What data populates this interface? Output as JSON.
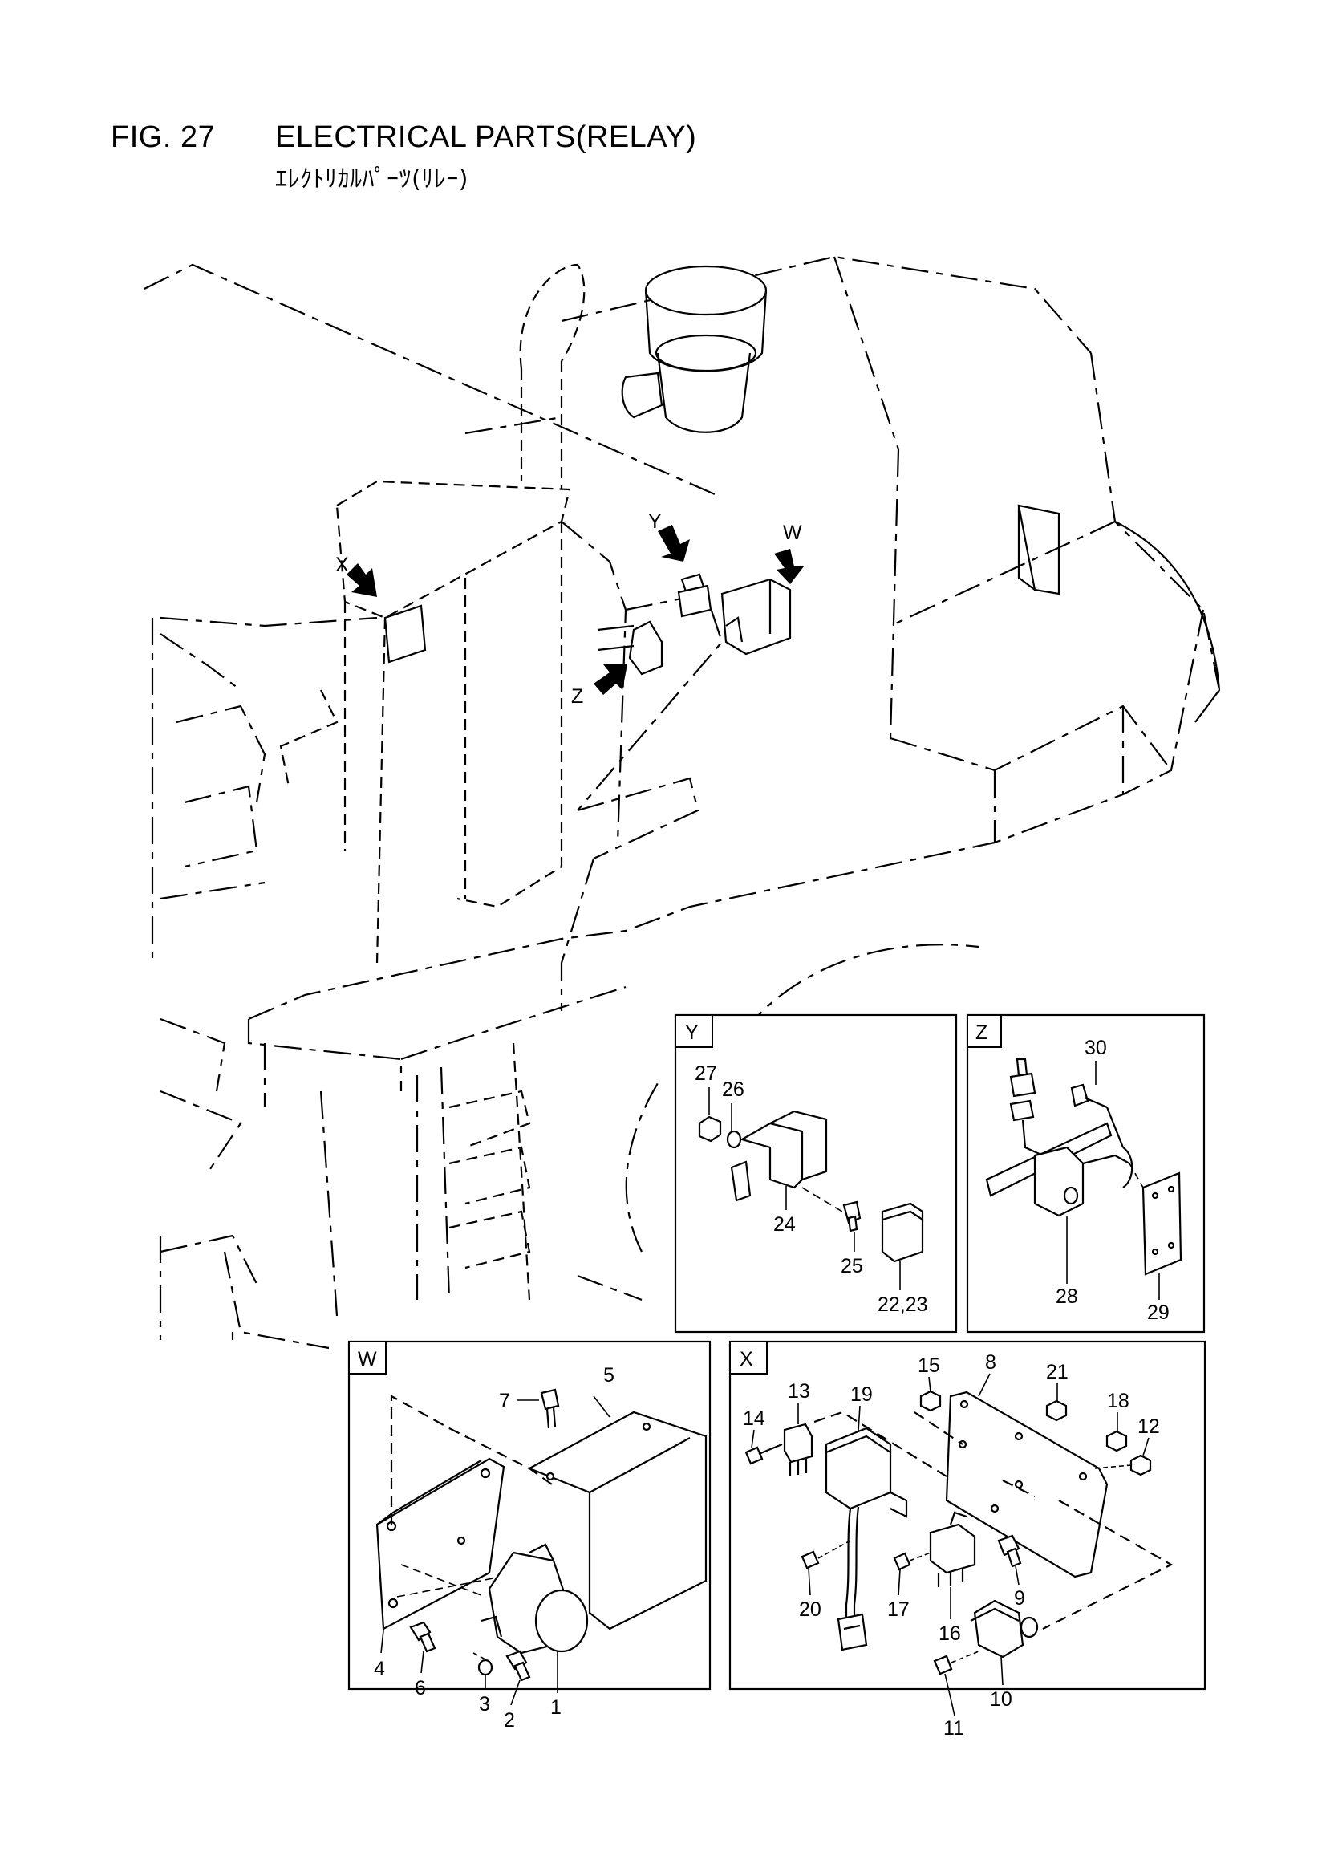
{
  "figure": {
    "number": "FIG. 27",
    "title_en": "ELECTRICAL PARTS(RELAY)",
    "title_jp": "ｴﾚｸﾄﾘｶﾙﾊﾟｰﾂ(ﾘﾚｰ)"
  },
  "view_markers": {
    "x": "X",
    "y": "Y",
    "z": "Z",
    "w": "W"
  },
  "detail_panels": {
    "y": {
      "tag": "Y",
      "labels": [
        "27",
        "26",
        "24",
        "25",
        "22,23"
      ]
    },
    "z": {
      "tag": "Z",
      "labels": [
        "30",
        "28",
        "29"
      ]
    },
    "w": {
      "tag": "W",
      "labels": [
        "7",
        "5",
        "4",
        "6",
        "3",
        "2",
        "1"
      ]
    },
    "x": {
      "tag": "X",
      "labels": [
        "15",
        "8",
        "21",
        "18",
        "12",
        "13",
        "19",
        "14",
        "20",
        "17",
        "16",
        "9",
        "10",
        "11"
      ]
    }
  }
}
